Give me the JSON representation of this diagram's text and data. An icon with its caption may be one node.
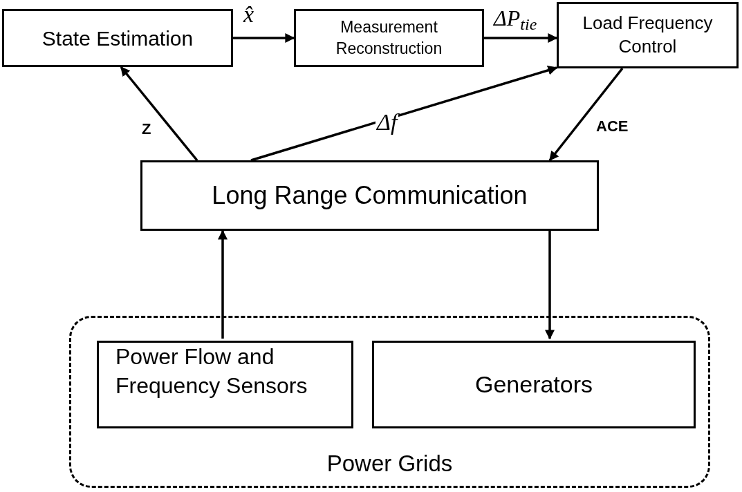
{
  "diagram": {
    "nodes": [
      {
        "text": [
          "State Estimation"
        ]
      },
      {
        "text": [
          "Measurement Reconstruction"
        ]
      },
      {
        "text": [
          "Load Frequency Control"
        ]
      },
      {
        "text": [
          "Long Range Communication"
        ]
      },
      {
        "text": [
          "Power Grids"
        ]
      },
      {
        "text": [
          "Power Flow and Frequency Sensors"
        ],
        "in": 4
      },
      {
        "text": [
          "Generators"
        ],
        "in": 4
      }
    ],
    "edges": [
      {
        "from": 0,
        "to": 1,
        "arrow": "to",
        "label": "x̂"
      },
      {
        "from": 1,
        "to": 2,
        "arrow": "to",
        "label": "ΔP$_{tie}$"
      },
      {
        "from": 3,
        "to": 0,
        "arrow": "to",
        "label": "Z"
      },
      {
        "from": 3,
        "to": 2,
        "arrow": "to",
        "label": "Δf"
      },
      {
        "from": 2,
        "to": 3,
        "arrow": "to",
        "label": "ACE"
      },
      {
        "from": 5,
        "to": 3,
        "arrow": "to"
      },
      {
        "from": 3,
        "to": 6,
        "arrow": "to"
      }
    ]
  }
}
